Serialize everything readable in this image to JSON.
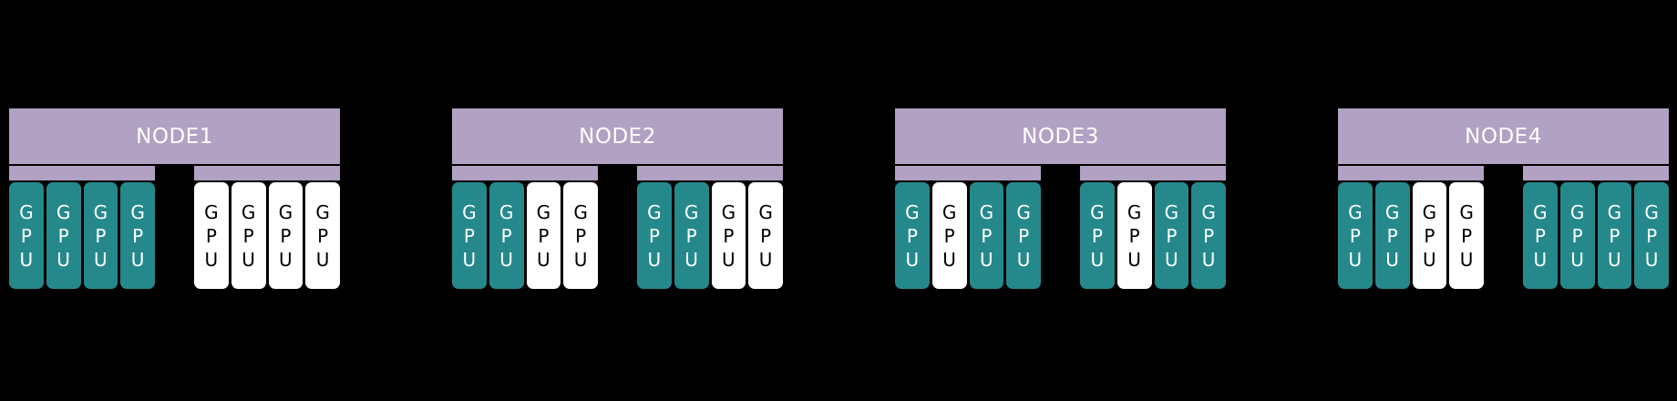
{
  "diagram": {
    "gpu_label": "GPU",
    "colors": {
      "background": "#000000",
      "node_header_bg": "#b1a1c3",
      "node_header_text": "#ffffff",
      "switch_bar_bg": "#b1a1c3",
      "gpu_allocated_bg": "#25898c",
      "gpu_allocated_text": "#ffffff",
      "gpu_free_bg": "#ffffff",
      "gpu_free_text": "#000000"
    },
    "nodes": [
      {
        "label": "NODE1",
        "gpu_groups": [
          [
            "allocated",
            "allocated",
            "allocated",
            "allocated"
          ],
          [
            "free",
            "free",
            "free",
            "free"
          ]
        ]
      },
      {
        "label": "NODE2",
        "gpu_groups": [
          [
            "allocated",
            "allocated",
            "free",
            "free"
          ],
          [
            "allocated",
            "allocated",
            "free",
            "free"
          ]
        ]
      },
      {
        "label": "NODE3",
        "gpu_groups": [
          [
            "allocated",
            "free",
            "allocated",
            "allocated"
          ],
          [
            "allocated",
            "free",
            "allocated",
            "allocated"
          ]
        ]
      },
      {
        "label": "NODE4",
        "gpu_groups": [
          [
            "allocated",
            "allocated",
            "free",
            "free"
          ],
          [
            "allocated",
            "allocated",
            "allocated",
            "allocated"
          ]
        ]
      }
    ]
  }
}
